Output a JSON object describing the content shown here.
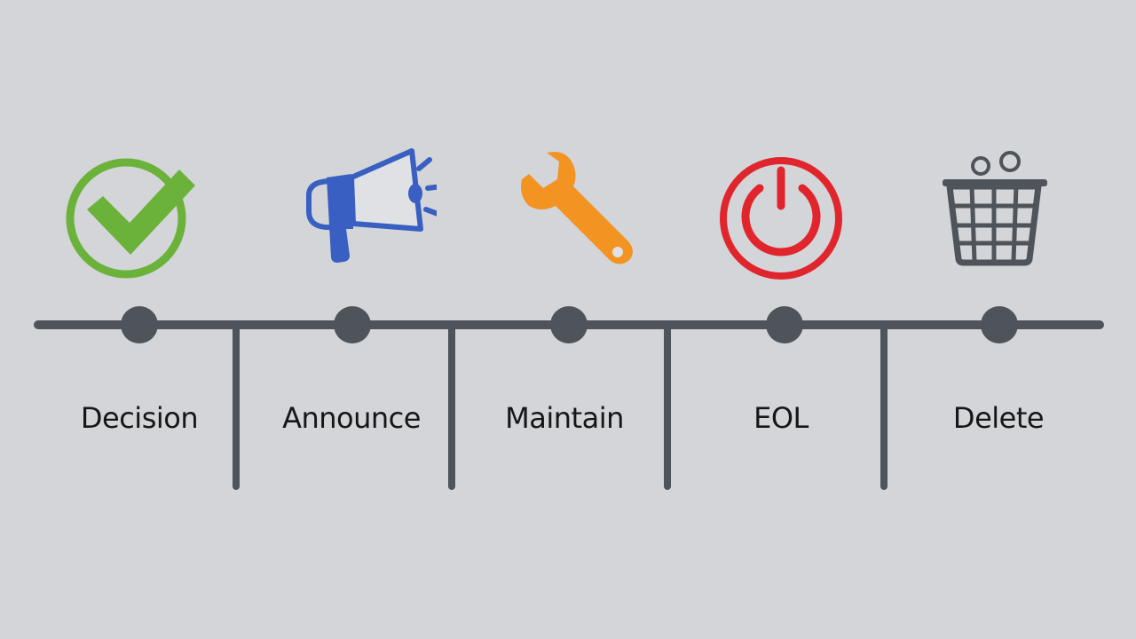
{
  "diagram": {
    "type": "timeline",
    "stages": [
      {
        "label": "Decision",
        "icon": "check-circle-icon",
        "color": "#6bb23a"
      },
      {
        "label": "Announce",
        "icon": "megaphone-icon",
        "color": "#3a5fc2"
      },
      {
        "label": "Maintain",
        "icon": "wrench-icon",
        "color": "#f29322"
      },
      {
        "label": "EOL",
        "icon": "power-icon",
        "color": "#e0262c"
      },
      {
        "label": "Delete",
        "icon": "trash-basket-icon",
        "color": "#4f545b"
      }
    ]
  },
  "colors": {
    "background": "#d3d5d8",
    "timeline": "#4f545b",
    "text": "#161616"
  }
}
